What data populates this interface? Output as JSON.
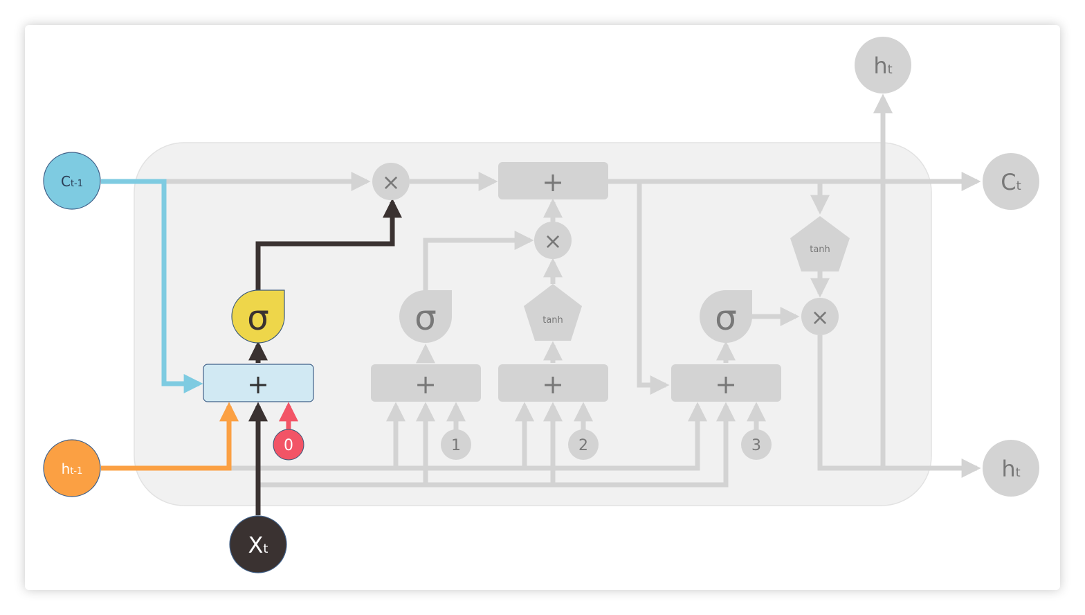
{
  "colors": {
    "cell_state": "#7ecbe1",
    "hidden_prev": "#fba043",
    "input": "#3a3231",
    "bias": "#f25466",
    "sigmoid_active": "#eed64a",
    "sum_active": "#d1e9f3",
    "inactive": "#d3d3d3",
    "inactive_text": "#787878",
    "cell_bg": "#f1f1f1"
  },
  "nodes": {
    "c_prev": {
      "base": "C",
      "sub": "t-1"
    },
    "h_prev": {
      "base": "h",
      "sub": "t-1"
    },
    "x_t": {
      "base": "X",
      "sub": "t"
    },
    "c_out": {
      "base": "C",
      "sub": "t"
    },
    "h_out_side": {
      "base": "h",
      "sub": "t"
    },
    "h_out_top": {
      "base": "h",
      "sub": "t"
    }
  },
  "ops": {
    "plus": "+",
    "times": "×",
    "sigma": "σ",
    "tanh": "tanh"
  },
  "bias_labels": [
    "0",
    "1",
    "2",
    "3"
  ]
}
